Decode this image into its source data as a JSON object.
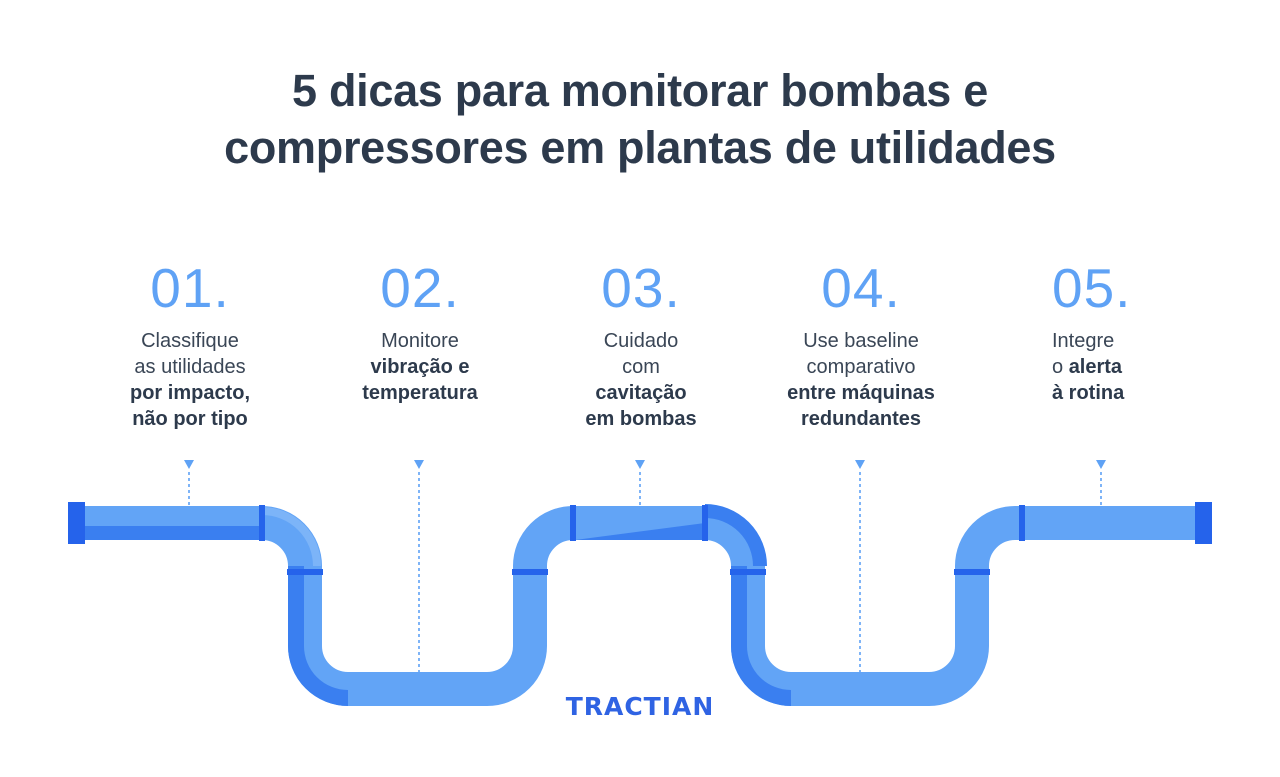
{
  "title": {
    "line1": "5 dicas para monitorar bombas e",
    "line2": "compressores em plantas de utilidades"
  },
  "steps": [
    {
      "number": "01.",
      "lines": [
        {
          "t": "Classifique",
          "b": false
        },
        {
          "t": "as utilidades",
          "b": false
        },
        {
          "t": "por impacto,",
          "b": true
        },
        {
          "t": "não por tipo",
          "b": true
        }
      ]
    },
    {
      "number": "02.",
      "lines": [
        {
          "t": "Monitore",
          "b": false
        },
        {
          "t": "vibração e",
          "b": true
        },
        {
          "t": "temperatura",
          "b": true
        }
      ]
    },
    {
      "number": "03.",
      "lines": [
        {
          "t": "Cuidado",
          "b": false
        },
        {
          "t": "com",
          "b": false
        },
        {
          "t": "cavitação",
          "b": true
        },
        {
          "t": "em bombas",
          "b": true
        }
      ]
    },
    {
      "number": "04.",
      "lines": [
        {
          "t": "Use baseline",
          "b": false
        },
        {
          "t": "comparativo",
          "b": false
        },
        {
          "t": "entre máquinas",
          "b": true
        },
        {
          "t": "redundantes",
          "b": true
        }
      ]
    },
    {
      "number": "05.",
      "lines": [
        {
          "t": "Integre",
          "b": false
        },
        {
          "t": "o ",
          "b": false,
          "inline": [
            {
              "t": "o ",
              "b": false
            },
            {
              "t": "alerta",
              "b": true
            }
          ]
        },
        {
          "t": "à rotina",
          "b": true
        }
      ]
    }
  ],
  "logo": {
    "text": "TRACTIAN"
  },
  "colors": {
    "pipe_light": "#62a4f6",
    "pipe_dark": "#3a7ff0",
    "joint": "#2563eb",
    "end_cap": "#2563eb",
    "number": "#5fa2f5",
    "title": "#2d3a4c",
    "logo": "#2f63e3"
  }
}
